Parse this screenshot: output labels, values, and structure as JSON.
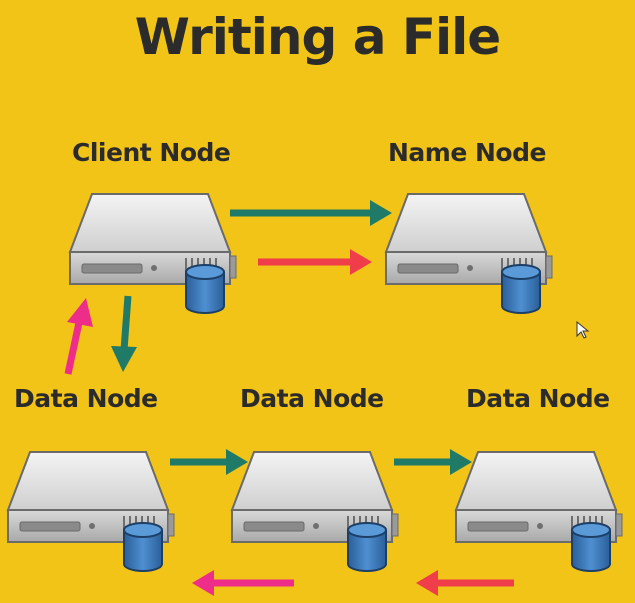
{
  "title": "Writing a File",
  "nodes": {
    "client": "Client Node",
    "name": "Name Node",
    "data_left": "Data Node",
    "data_middle": "Data Node",
    "data_right": "Data Node"
  },
  "colors": {
    "background": "#f2c417",
    "arrow_teal": "#1f7a67",
    "arrow_red": "#ef3d4a",
    "arrow_magenta": "#ee2d8a",
    "cylinder": "#2f6fb2"
  }
}
